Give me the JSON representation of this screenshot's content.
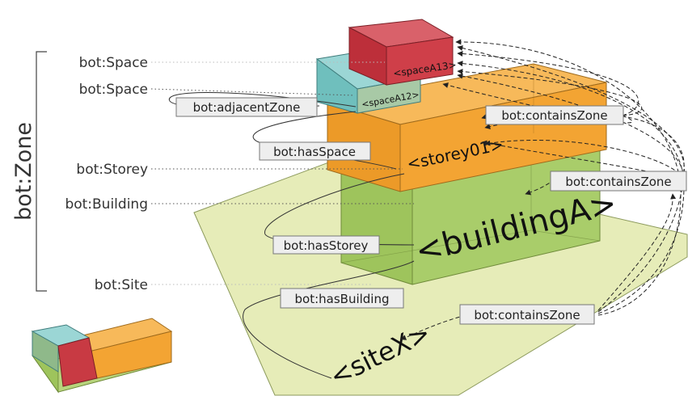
{
  "zone_label": "bot:Zone",
  "class_labels": {
    "space_1": "bot:Space",
    "space_2": "bot:Space",
    "storey": "bot:Storey",
    "building": "bot:Building",
    "site": "bot:Site"
  },
  "instances": {
    "space_a13": "<spaceA13>",
    "space_a12": "<spaceA12>",
    "storey01": "<storey01>",
    "building_a": "<buildingA>",
    "site_x": "<siteX>"
  },
  "relations": {
    "adjacent_zone": "bot:adjacentZone",
    "has_space": "bot:hasSpace",
    "has_storey": "bot:hasStorey",
    "has_building": "bot:hasBuilding",
    "contains_zone_1": "bot:containsZone",
    "contains_zone_2": "bot:containsZone",
    "contains_zone_3": "bot:containsZone"
  },
  "colors": {
    "site": "#e6ecb8",
    "building": "#a9cd6a",
    "storey": "#f3a433",
    "space_a12": "#80c9c8",
    "space_a13": "#cf3f49",
    "label_box": "#eeeeee"
  }
}
